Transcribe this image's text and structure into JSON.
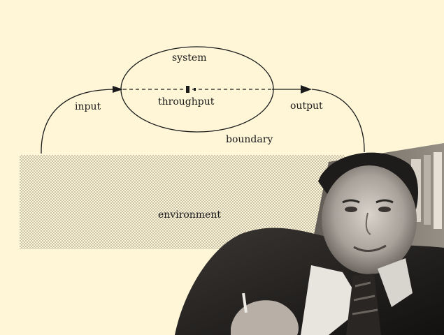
{
  "diagram": {
    "system_label": "system",
    "input_label": "input",
    "throughput_label": "throughput",
    "output_label": "output",
    "boundary_label": "boundary",
    "environment_label": "environment"
  },
  "colors": {
    "background": "#fef6d7",
    "ink": "#1a1a1a",
    "environment_dots": "#8a857a"
  },
  "photo": {
    "icon": "person-portrait-icon"
  }
}
